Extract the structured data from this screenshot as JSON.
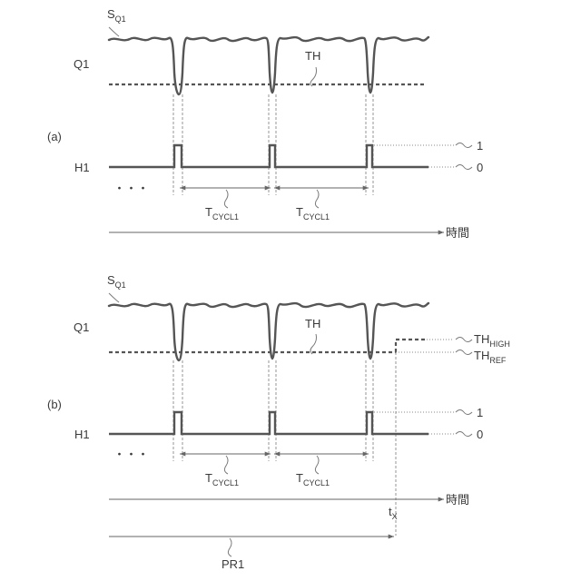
{
  "panel_a": {
    "tag": "(a)",
    "signal": {
      "main": "S",
      "sub": "Q1"
    },
    "q1_label": "Q1",
    "th_label": "TH",
    "h1_label": "H1",
    "level_high": "1",
    "level_low": "0",
    "ellipsis": "・・・",
    "period_1": {
      "main": "T",
      "sub": "CYCL1"
    },
    "period_2": {
      "main": "T",
      "sub": "CYCL1"
    },
    "time_axis": "時間"
  },
  "panel_b": {
    "tag": "(b)",
    "signal": {
      "main": "S",
      "sub": "Q1"
    },
    "q1_label": "Q1",
    "th_label": "TH",
    "th_high": {
      "main": "TH",
      "sub": "HIGH"
    },
    "th_ref": {
      "main": "TH",
      "sub": "REF"
    },
    "h1_label": "H1",
    "level_high": "1",
    "level_low": "0",
    "ellipsis": "・・・",
    "period_1": {
      "main": "T",
      "sub": "CYCL1"
    },
    "period_2": {
      "main": "T",
      "sub": "CYCL1"
    },
    "time_axis": "時間",
    "tx": {
      "main": "t",
      "sub": "X"
    },
    "pr_label": "PR1"
  }
}
